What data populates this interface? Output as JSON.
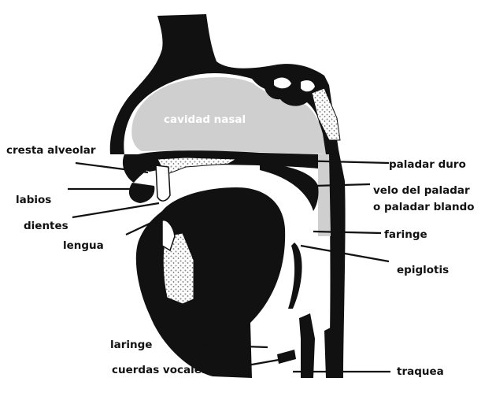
{
  "colors": {
    "ink": "#111111",
    "background": "#ffffff",
    "cavity_gray": "#cfcfcf",
    "bone_speckle": "#9a9a9a"
  },
  "labels": {
    "cavidad_nasal": "cavidad nasal",
    "cresta_alveolar": "cresta alveolar",
    "labios": "labios",
    "dientes": "dientes",
    "lengua": "lengua",
    "laringe": "laringe",
    "cuerdas_vocales": "cuerdas vocales",
    "paladar_duro": "paladar duro",
    "velo_line1": "velo del paladar",
    "velo_line2": "o paladar blando",
    "faringe": "faringe",
    "epiglotis": "epiglotis",
    "traquea": "traquea"
  }
}
